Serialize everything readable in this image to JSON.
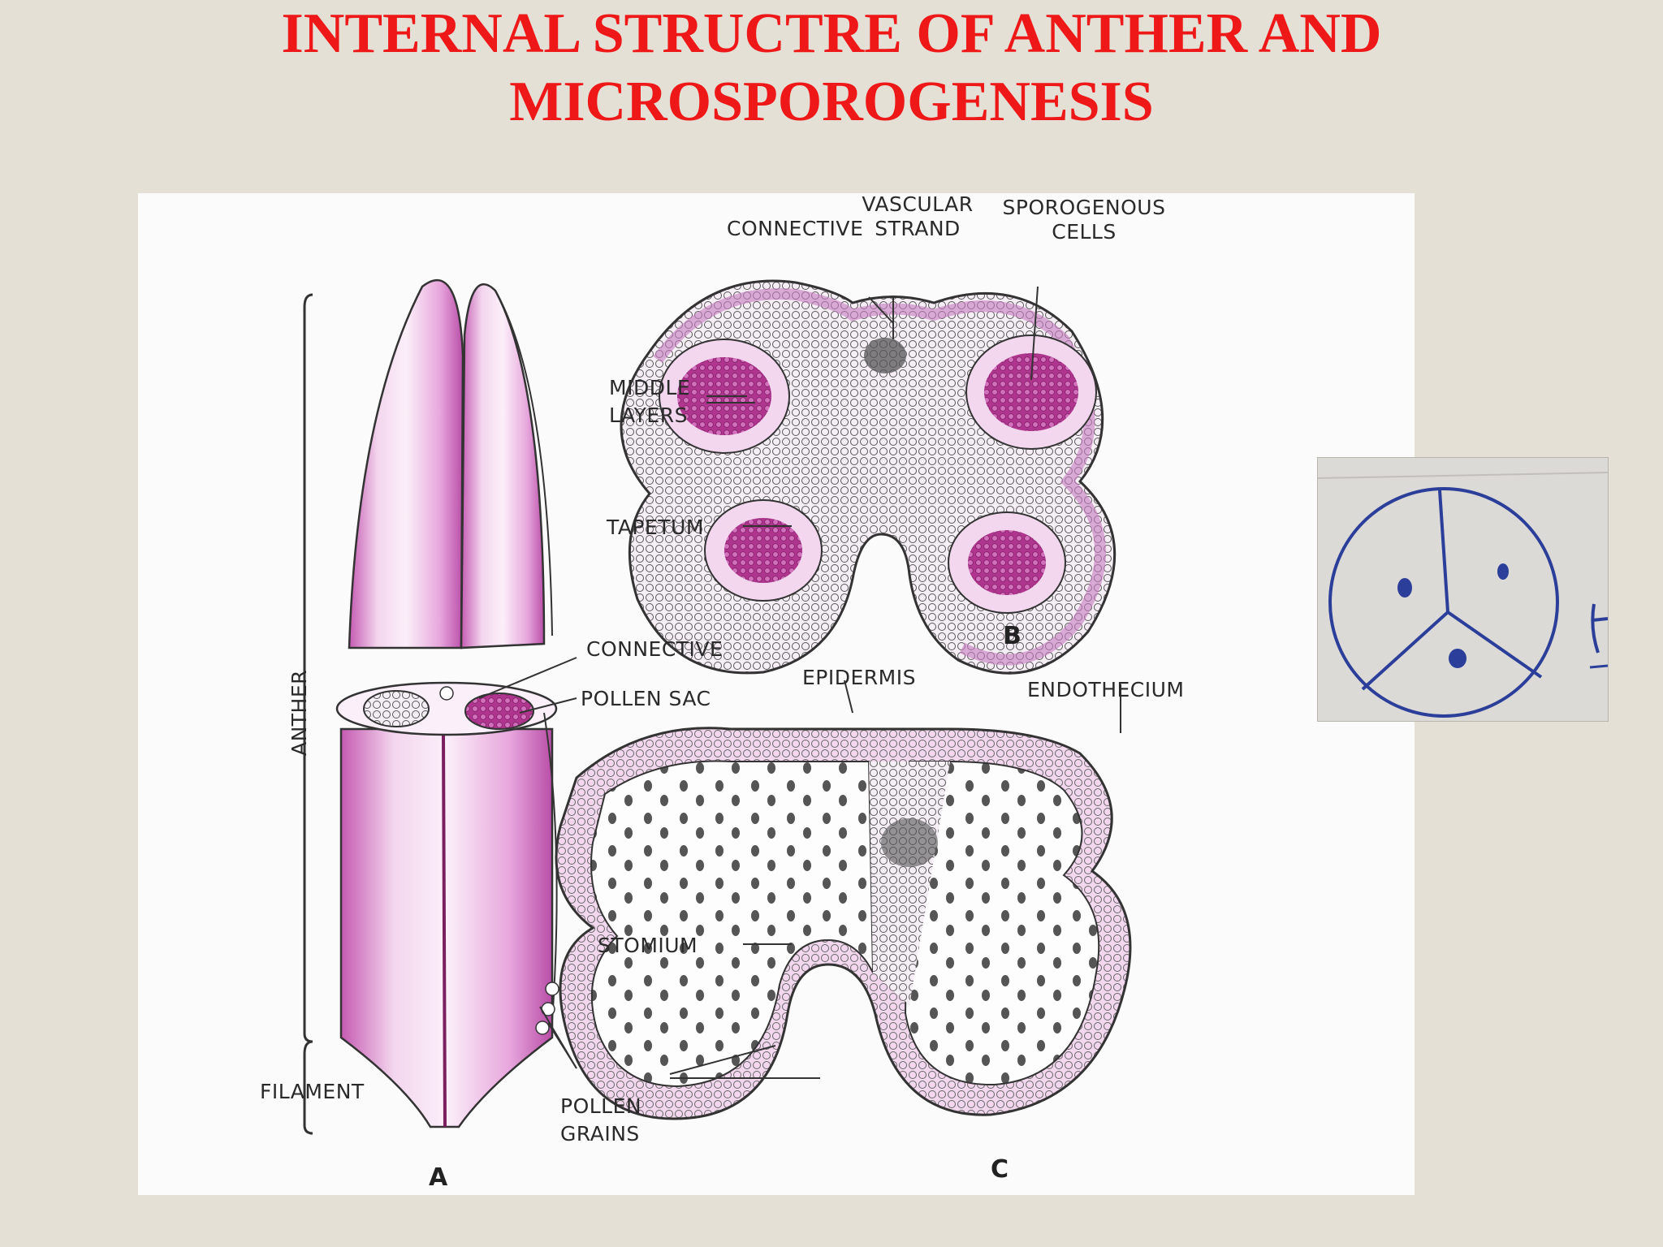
{
  "slide": {
    "title_line1": "INTERNAL STRUCTRE OF ANTHER AND",
    "title_line2": "MICROSPOROGENESIS",
    "title_color": "#ef1818",
    "background": "#e4e0d6"
  },
  "figure": {
    "panel_labels": {
      "a": "A",
      "b": "B",
      "c": "C"
    },
    "labels": {
      "anther": "ANTHER",
      "filament": "FILAMENT",
      "connective_a": "CONNECTIVE",
      "pollen_sac": "POLLEN SAC",
      "pollen_line1": "POLLEN",
      "pollen_line2": "GRAINS",
      "connective_b": "CONNECTIVE",
      "vascular_line1": "VASCULAR",
      "vascular_line2": "STRAND",
      "sporogenous_line1": "SPOROGENOUS",
      "sporogenous_line2": "CELLS",
      "middle_line1": "MIDDLE",
      "middle_line2": "LAYERS",
      "tapetum": "TAPETUM",
      "epidermis": "EPIDERMIS",
      "endothecium": "ENDOTHECIUM",
      "stomium": "STOMIUM"
    },
    "colors": {
      "tissue_pink": "#e9b3df",
      "sporogenous": "#b0358f",
      "anther_wall": "#d96ac4"
    }
  },
  "inset": {
    "description_icon": "tetrad-sketch-icon"
  }
}
